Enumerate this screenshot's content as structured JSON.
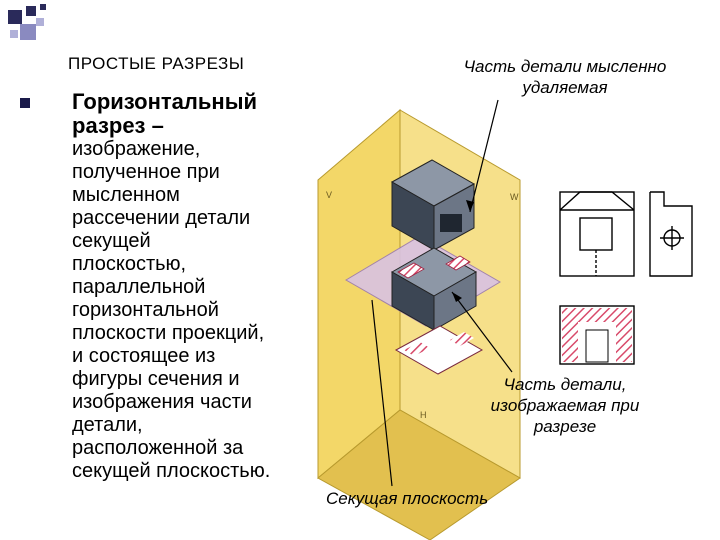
{
  "slide": {
    "title": "ПРОСТЫЕ РАЗРЕЗЫ",
    "definition_head": "Горизонтальный разрез –",
    "definition_body": "изображение,\nполученное при\nмысленном\nрассечении детали\nсекущей\nплоскостью,\nпараллельной\nгоризонтальной\nплоскости проекций,\nи состоящее из\nфигуры сечения и\nизображения части\nдетали,\nрасположенной за\nсекущей плоскостью."
  },
  "labels": {
    "removed_part": "Часть детали мысленно удаляемая",
    "shown_part": "Часть детали, изображаемая при разрезе",
    "cutting_plane": "Секущая плоскость",
    "plane_v": "V",
    "plane_w": "W",
    "plane_h": "H"
  },
  "colors": {
    "plane_yellow": "#f3d768",
    "plane_yellow_dark": "#e2c04f",
    "cut_plane": "#d9c2e3",
    "part_dark": "#3c4654",
    "part_mid": "#6c7686",
    "hatch": "#d84a6a"
  }
}
